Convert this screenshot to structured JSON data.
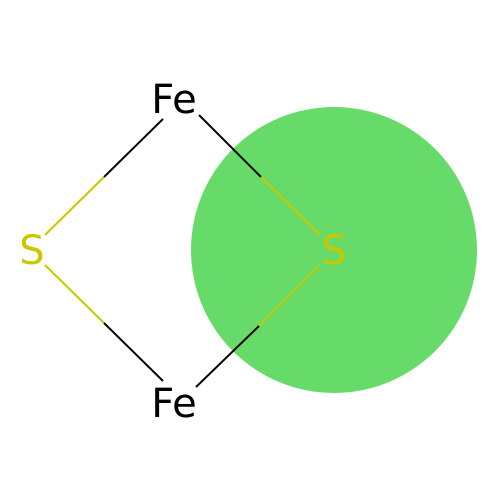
{
  "molecule": {
    "atoms": [
      {
        "id": "fe_top",
        "symbol": "Fe",
        "color": "#000000"
      },
      {
        "id": "s_left",
        "symbol": "S",
        "color": "#c8c800"
      },
      {
        "id": "s_right",
        "symbol": "S",
        "color": "#c8c800"
      },
      {
        "id": "fe_bottom",
        "symbol": "Fe",
        "color": "#000000"
      }
    ],
    "bonds": [
      {
        "from": "fe_top",
        "to": "s_left"
      },
      {
        "from": "fe_top",
        "to": "s_right"
      },
      {
        "from": "fe_bottom",
        "to": "s_left"
      },
      {
        "from": "fe_bottom",
        "to": "s_right"
      }
    ],
    "highlight": {
      "atom": "s_right",
      "color": "#67db6a"
    }
  }
}
